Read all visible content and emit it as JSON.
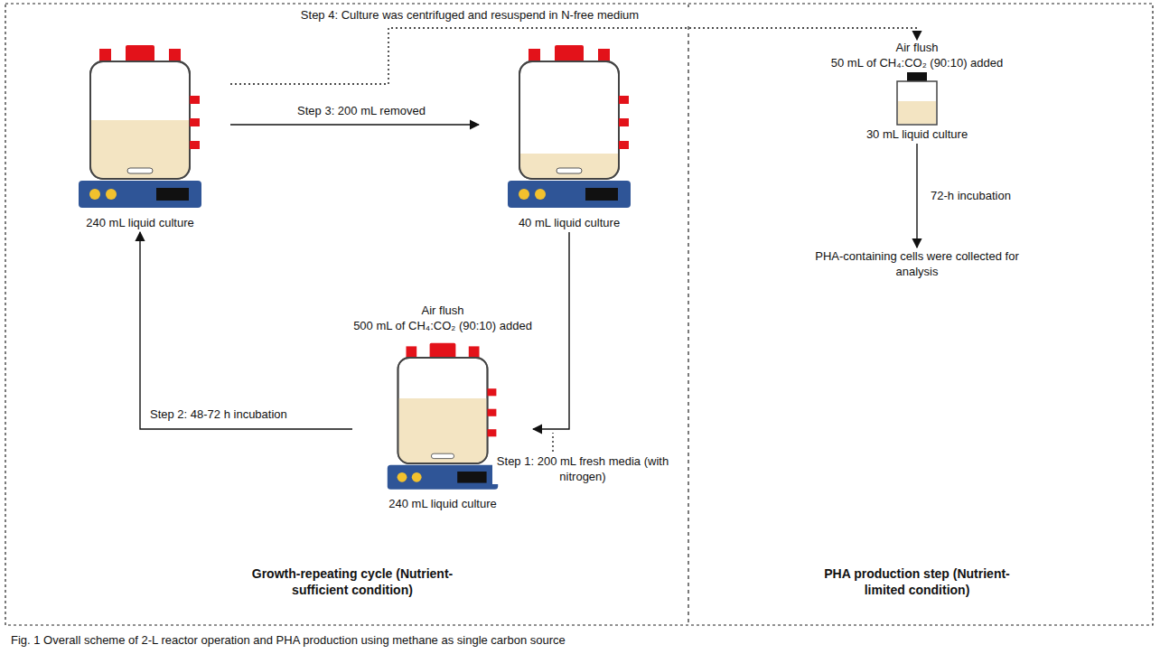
{
  "diagram": {
    "caption": "Fig. 1 Overall scheme of 2-L reactor operation and PHA production using methane as single carbon source",
    "nodes": [
      {
        "text": [
          "240 mL liquid culture"
        ]
      },
      {
        "text": [
          "40 mL liquid culture"
        ]
      },
      {
        "text": [
          "Air flush",
          "500 mL of CH₄:CO₂ (90:10) added",
          "240 mL liquid culture"
        ]
      },
      {
        "text": [
          "Air flush",
          "50 mL of CH₄:CO₂ (90:10) added",
          "30 mL liquid culture"
        ]
      },
      {
        "text": [
          "PHA-containing cells were collected for analysis"
        ]
      }
    ],
    "edges": [
      {
        "from": 0,
        "to": 1,
        "arrow": "to",
        "label": "Step 3: 200 mL removed"
      },
      {
        "from": 1,
        "to": 2,
        "arrow": "to"
      },
      {
        "from": 2,
        "to": 0,
        "arrow": "to"
      },
      {
        "from": 0,
        "to": 3,
        "arrow": "to",
        "label": "Step 4: Culture was centrifuged and resuspend in N-free medium"
      },
      {
        "from": 3,
        "to": 4,
        "arrow": "to",
        "label": "72-h incubation"
      }
    ],
    "labels": [
      "Step 1: 200 mL fresh media (with nitrogen)",
      "Step 2: 48-72 h incubation",
      "Growth-repeating cycle (Nutrient-sufficient condition)",
      "PHA production step (Nutrient-limited condition)"
    ]
  }
}
